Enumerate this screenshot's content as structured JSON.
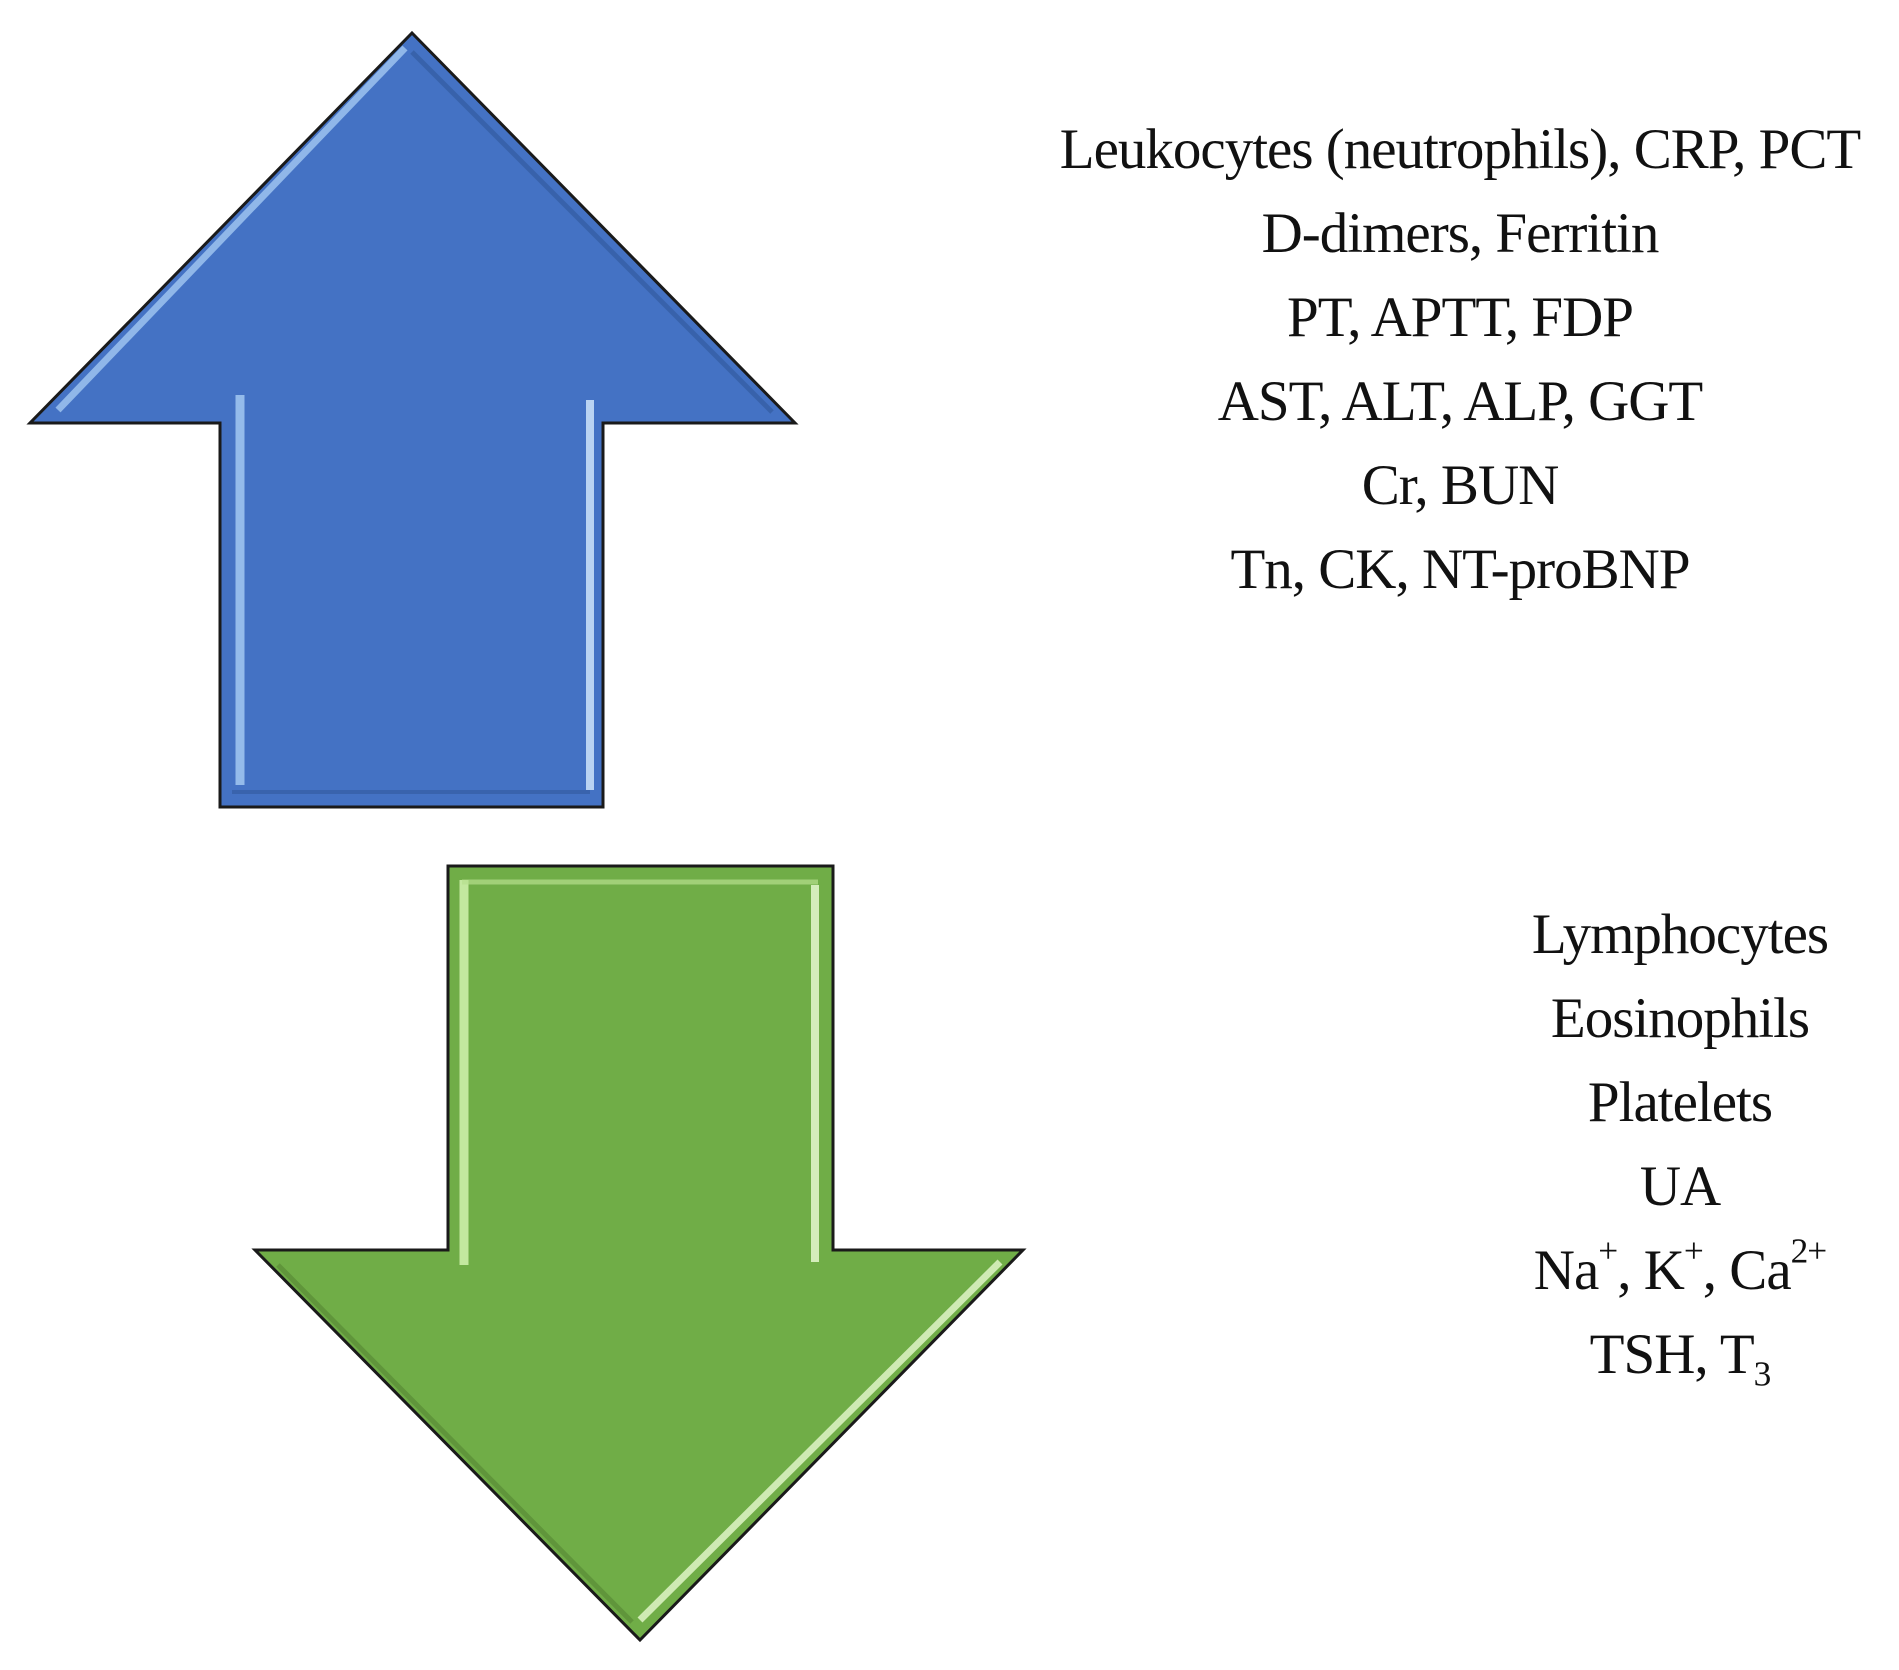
{
  "diagram": {
    "increase_arrow": {
      "direction": "up",
      "color": "#4472C4",
      "highlight_color": "#9DC3F0",
      "icon": "up-arrow-icon"
    },
    "decrease_arrow": {
      "direction": "down",
      "color": "#70AD47",
      "highlight_color": "#CDEFA9",
      "icon": "down-arrow-icon"
    },
    "increased": [
      "Leukocytes (neutrophils),  CRP, PCT",
      "D-dimers, Ferritin",
      "PT, APTT, FDP",
      "AST, ALT, ALP, GGT",
      "Cr, BUN",
      "Tn, CK, NT-proBNP"
    ],
    "decreased": {
      "lymphocytes": "Lymphocytes",
      "eosinophils": "Eosinophils",
      "platelets": "Platelets",
      "ua": "UA",
      "electrolytes": {
        "na": "Na",
        "na_charge": "+",
        "sep1": ", ",
        "k": "K",
        "k_charge": "+",
        "sep2": ", ",
        "ca": "Ca",
        "ca_charge": "2+"
      },
      "thyroid": {
        "tsh": "TSH, ",
        "t": "T",
        "t_sub": "3"
      }
    }
  }
}
